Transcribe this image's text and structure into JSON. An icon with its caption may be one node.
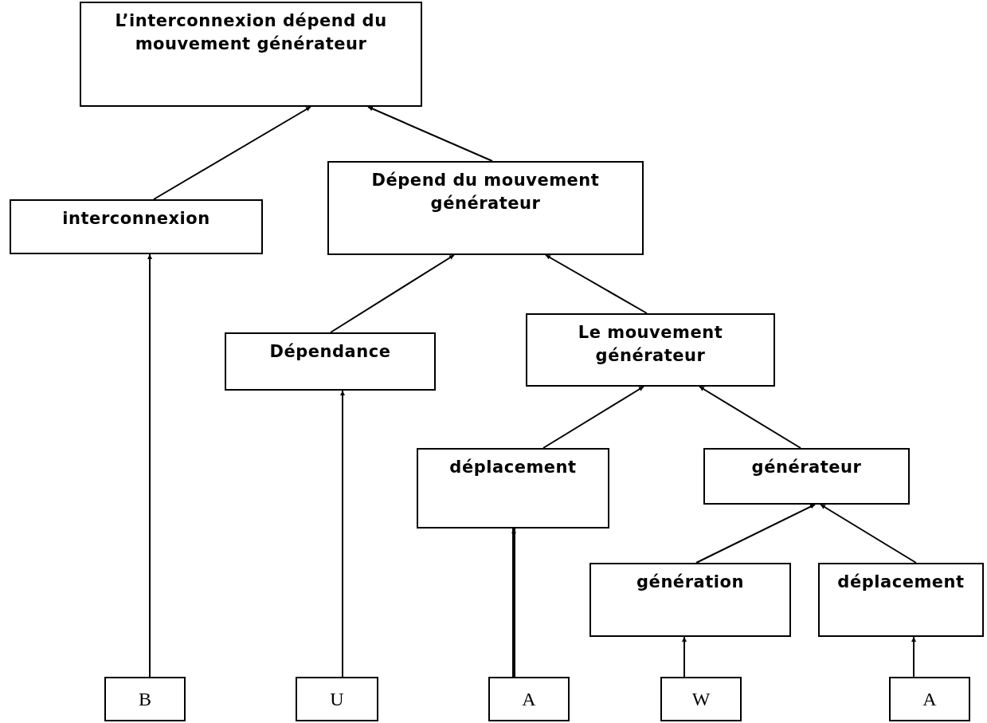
{
  "diagram": {
    "nodes": [
      {
        "text": [
          "L’interconnexion dépend du mouvement générateur"
        ]
      },
      {
        "text": [
          "interconnexion"
        ]
      },
      {
        "text": [
          "Dépend du mouvement générateur"
        ]
      },
      {
        "text": [
          "Dépendance"
        ]
      },
      {
        "text": [
          "Le mouvement générateur"
        ]
      },
      {
        "text": [
          "déplacement"
        ]
      },
      {
        "text": [
          "générateur"
        ]
      },
      {
        "text": [
          "génération"
        ]
      },
      {
        "text": [
          "déplacement"
        ]
      },
      {
        "text": [
          "B"
        ]
      },
      {
        "text": [
          "U"
        ]
      },
      {
        "text": [
          "A"
        ]
      },
      {
        "text": [
          "W"
        ]
      },
      {
        "text": [
          "A"
        ]
      }
    ],
    "edges": [
      {
        "from": 1,
        "to": 0,
        "arrow": "to"
      },
      {
        "from": 2,
        "to": 0,
        "arrow": "to"
      },
      {
        "from": 3,
        "to": 2,
        "arrow": "to"
      },
      {
        "from": 4,
        "to": 2,
        "arrow": "to"
      },
      {
        "from": 5,
        "to": 4,
        "arrow": "to"
      },
      {
        "from": 6,
        "to": 4,
        "arrow": "to"
      },
      {
        "from": 7,
        "to": 6,
        "arrow": "to"
      },
      {
        "from": 8,
        "to": 6,
        "arrow": "to"
      },
      {
        "from": 9,
        "to": 1,
        "arrow": "to"
      },
      {
        "from": 10,
        "to": 3,
        "arrow": "to"
      },
      {
        "from": 11,
        "to": 5,
        "arrow": "to",
        "style": "thick"
      },
      {
        "from": 12,
        "to": 7,
        "arrow": "to"
      },
      {
        "from": 13,
        "to": 8,
        "arrow": "to"
      }
    ]
  }
}
